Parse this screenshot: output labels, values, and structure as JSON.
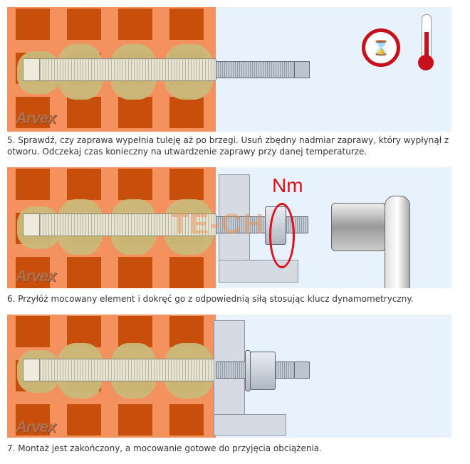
{
  "steps": [
    {
      "caption": "5. Sprawdź, czy zaprawa wypełnia tuleję aż po brzegi. Usuń zbędny nadmiar zaprawy, który wypłynął z otworu. Odczekaj czas konieczny na utwardzenie zaprawy przy danej temperaturze.",
      "logo": "Arvex",
      "icons": [
        "clock-icon",
        "thermometer-icon"
      ]
    },
    {
      "caption": "6. Przyłóż mocowany element i dokręć go z odpowiednią siłą stosując klucz dynamometryczny.",
      "logo": "Arvex",
      "torque_label": "Nm",
      "watermark": "TE-CH"
    },
    {
      "caption": "7. Montaż jest zakończony, a mocowanie gotowe do przyjęcia obciążenia.",
      "logo": "Arvex"
    }
  ],
  "colors": {
    "brick": "#c84e0c",
    "mortar_joint": "#f3915f",
    "sky": "#e8f2fc",
    "accent_red": "#e0101a"
  }
}
